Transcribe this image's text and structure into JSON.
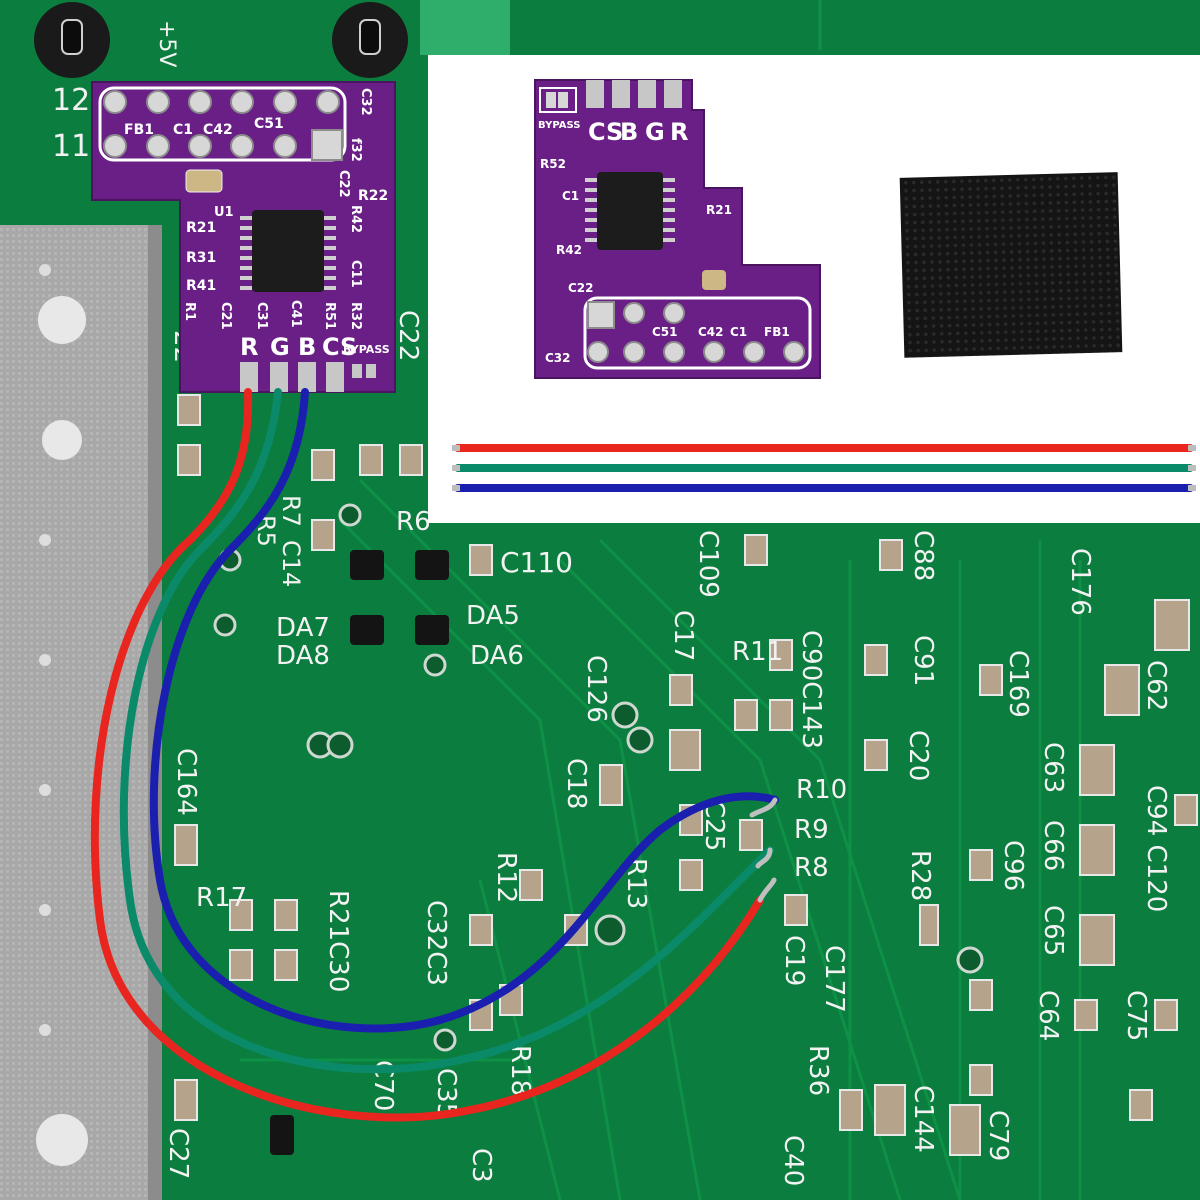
{
  "colors": {
    "pcb_green": "#0b7d3e",
    "pcb_purple": "#6a1f86",
    "wire_red": "#e8261f",
    "wire_green": "#0b8a6a",
    "wire_blue": "#1a1fb0"
  },
  "board_labels": {
    "plus5v": "+5V",
    "n12": "12",
    "n11": "11",
    "r7": "R7",
    "r5": "R5",
    "c14": "C14",
    "r6": "R6",
    "c110": "C110",
    "da7": "DA7",
    "da8": "DA8",
    "da5": "DA5",
    "da6": "DA6",
    "c109": "C109",
    "c88": "C88",
    "c176": "C176",
    "c17": "C17",
    "r11": "R11",
    "c90c143": "C90C143",
    "c91": "C91",
    "c169": "C169",
    "c62": "C62",
    "c126": "C126",
    "c18": "C18",
    "c20": "C20",
    "c63": "C63",
    "c94c120": "C94 C120",
    "c164": "C164",
    "r10": "R10",
    "r9": "R9",
    "r8": "R8",
    "c25": "C25",
    "c96": "C96",
    "c66": "C66",
    "r12": "R12",
    "r13": "R13",
    "r28": "R28",
    "c65": "C65",
    "r17": "R17",
    "r21c30": "R21C30",
    "c32c3": "C32C3",
    "c19": "C19",
    "c177": "C177",
    "c64": "C64",
    "c75": "C75",
    "r18": "R18",
    "c70": "C70",
    "c35": "C35",
    "r36": "R36",
    "c144": "C144",
    "c79": "C79",
    "c40": "C40",
    "c27": "C27",
    "c3": "C3",
    "c22": "C22",
    "n22": "22"
  },
  "module_labels": {
    "fb1": "FB1",
    "c1": "C1",
    "c42": "C42",
    "c51": "C51",
    "c32": "C32",
    "f32": "f32",
    "c22": "C22",
    "r22": "R22",
    "u1": "U1",
    "r21": "R21",
    "r31": "R31",
    "r41": "R41",
    "r42": "R42",
    "c11": "C11",
    "r32": "R32",
    "r1": "R1",
    "c21": "C21",
    "c31": "C31",
    "c41": "C41",
    "r51": "R51",
    "r": "R",
    "g": "G",
    "b": "B",
    "cs": "CS",
    "bypass": "BYPASS",
    "r52": "R52"
  }
}
